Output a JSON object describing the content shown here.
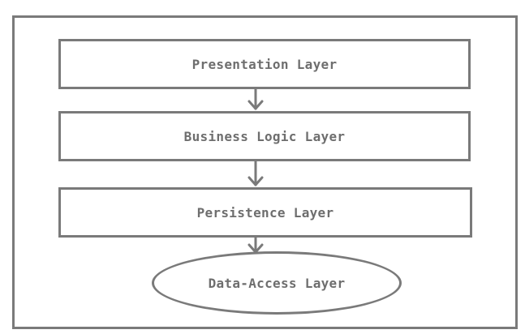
{
  "diagram": {
    "layers": [
      {
        "label": "Presentation Layer"
      },
      {
        "label": "Business Logic Layer"
      },
      {
        "label": "Persistence Layer"
      },
      {
        "label": "Data-Access Layer"
      }
    ],
    "colors": {
      "stroke": "#7a7a7a",
      "text": "#6e6e6e",
      "background": "#ffffff"
    }
  }
}
